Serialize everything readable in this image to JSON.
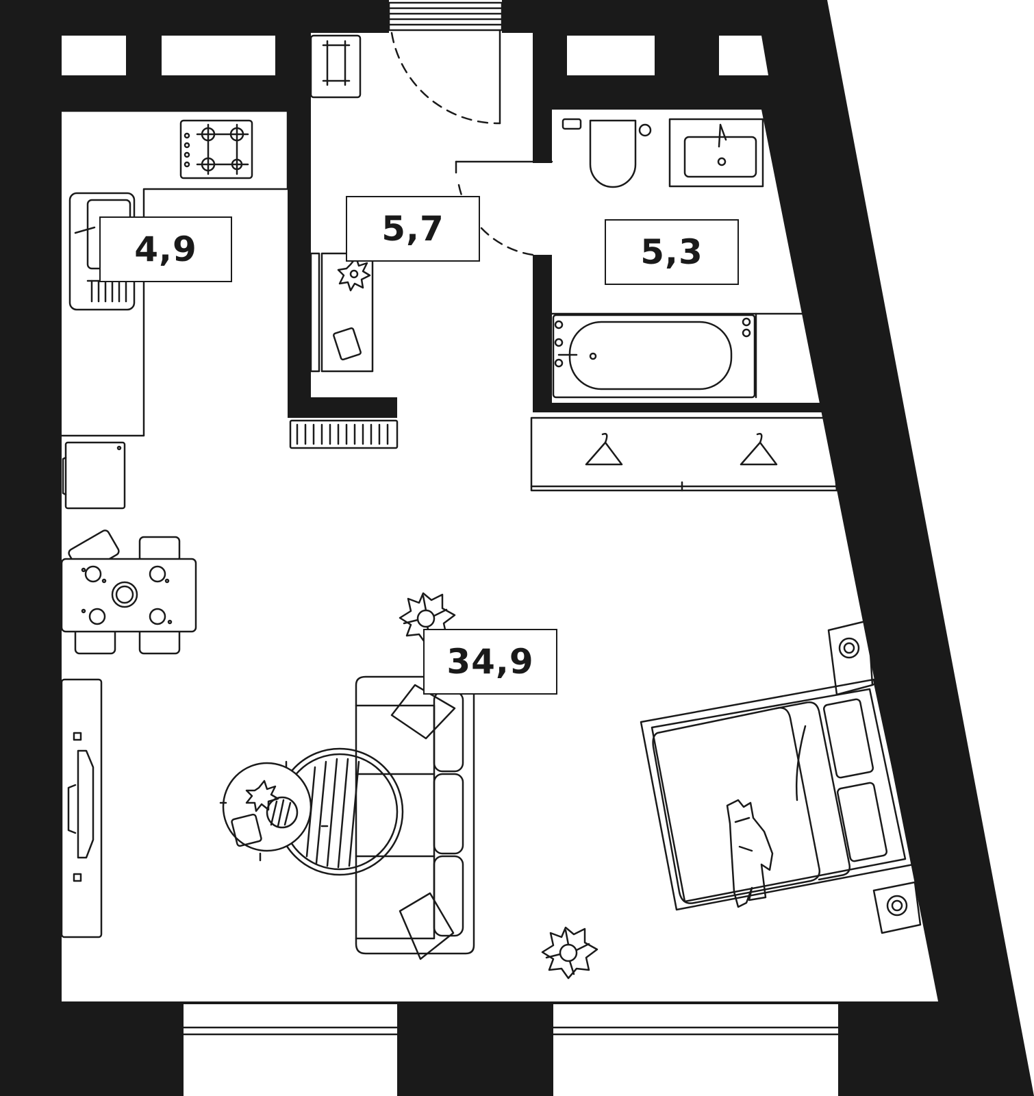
{
  "rooms": [
    {
      "id": "kitchen",
      "area": "4,9"
    },
    {
      "id": "hall",
      "area": "5,7"
    },
    {
      "id": "bathroom",
      "area": "5,3"
    },
    {
      "id": "living",
      "area": "34,9"
    }
  ],
  "colors": {
    "wall": "#1a1a1a",
    "line": "#1a1a1a",
    "background": "#ffffff"
  },
  "icons": [
    "stove-icon",
    "sink-icon",
    "toilet-icon",
    "washbasin-icon",
    "bathtub-icon",
    "hanger-icon",
    "radiator-icon",
    "plant-icon",
    "sofa-icon",
    "bed-icon",
    "dining-table-icon",
    "tv-stand-icon",
    "fridge-icon",
    "round-table-icon",
    "rug-icon"
  ]
}
